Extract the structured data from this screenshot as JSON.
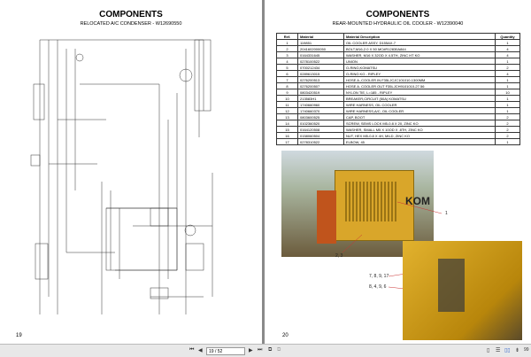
{
  "left_page": {
    "title": "COMPONENTS",
    "subtitle": "RELOCATED A/C CONDENSER - W12690550",
    "page_number": "19"
  },
  "right_page": {
    "title": "COMPONENTS",
    "subtitle": "REAR-MOUNTED HYDRAULIC OIL COOLER - W12390040",
    "page_number": "20",
    "table": {
      "headers": [
        "Ref.",
        "Material",
        "Material Description",
        "Quantity"
      ],
      "rows": [
        [
          "1",
          "119851",
          "OIL COOLER ASSY, D155AX-7",
          "1"
        ],
        [
          "2",
          "2041602000050",
          "BOLT,M16-2.0 X 50 MC#R12830A844",
          "4"
        ],
        [
          "3",
          "0164331645",
          "WASHER, M16 X 32OD X 4.5TH, ZINC HT KO",
          "4"
        ],
        [
          "4",
          "0278100522",
          "UNION",
          "1"
        ],
        [
          "5",
          "0700212434",
          "O-RING,KOMATSU",
          "2"
        ],
        [
          "6",
          "0289613015",
          "O-RING KO - RIPLEY",
          "4"
        ],
        [
          "7",
          "0276200513",
          "HOSE A.,COOLER IN F35LJCJC101010-1300MM",
          "1"
        ],
        [
          "8",
          "0276200507",
          "HOSE A. COOLER OUT F35LJCH9101010-27.56",
          "1"
        ],
        [
          "9",
          "0803420519",
          "NYLON TIE, L=185 - RIPLEY",
          "10"
        ],
        [
          "10",
          "213583H1",
          "BREAKER,CIRCUIT (50A) KOMATSU",
          "1"
        ],
        [
          "11",
          "1740660960",
          "WIRE HARNESS, OIL COOLER",
          "1"
        ],
        [
          "12",
          "1740660370",
          "WIRE HARNESS,A/C, OIL COOLER",
          "1"
        ],
        [
          "13",
          "0803600525",
          "CAP, BOOT",
          "2"
        ],
        [
          "14",
          "0102360520",
          "SCREW, SEMS LOCK M5-0.8 X 20, ZINC KO",
          "2"
        ],
        [
          "15",
          "0164120508",
          "WASHER, SMALL M5 X 10OD X .8TH, ZINC KO",
          "2"
        ],
        [
          "16",
          "0158060504",
          "NUT, HEX M5-0.8 X 4H, MILD, ZINC KO",
          "2"
        ],
        [
          "17",
          "0278310522",
          "ELBOW, 45",
          "1"
        ]
      ]
    },
    "callouts": [
      "1",
      "2, 3",
      "7, 8, 9, 17",
      "8, 4, 9, 6"
    ],
    "photo_text": "KOM"
  },
  "toolbar": {
    "page_field": "19 / 52",
    "zoom": "99"
  }
}
